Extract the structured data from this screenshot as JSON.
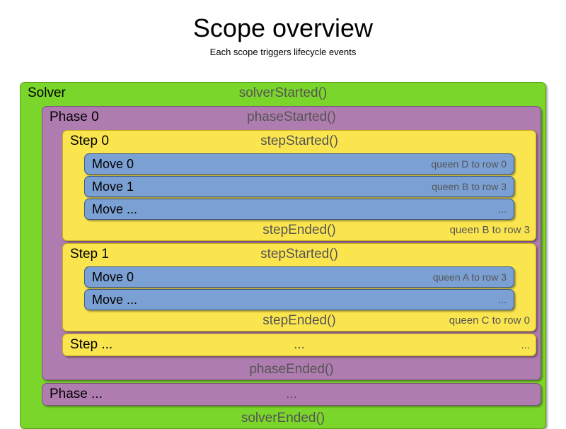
{
  "header": {
    "title": "Scope overview",
    "subtitle": "Each scope triggers lifecycle events"
  },
  "colors": {
    "solver": "#7BD62B",
    "phase": "#AE7CAE",
    "step": "#FBE54E",
    "move": "#7BA0D4",
    "event_text": "#555555",
    "label_text": "#000000",
    "background": "#FFFFFF"
  },
  "diagram": {
    "solver": {
      "label": "Solver",
      "started_event": "solverStarted()",
      "ended_event": "solverEnded()",
      "phases": [
        {
          "label": "Phase 0",
          "started_event": "phaseStarted()",
          "ended_event": "phaseEnded()",
          "steps": [
            {
              "label": "Step 0",
              "started_event": "stepStarted()",
              "ended_event": "stepEnded()",
              "ended_detail": "queen B to row 3",
              "moves": [
                {
                  "label": "Move 0",
                  "detail": "queen D to row 0"
                },
                {
                  "label": "Move 1",
                  "detail": "queen B to row 3"
                },
                {
                  "label": "Move ...",
                  "detail": "..."
                }
              ]
            },
            {
              "label": "Step 1",
              "started_event": "stepStarted()",
              "ended_event": "stepEnded()",
              "ended_detail": "queen C to row 0",
              "moves": [
                {
                  "label": "Move 0",
                  "detail": "queen A to row 3"
                },
                {
                  "label": "Move ...",
                  "detail": "..."
                }
              ]
            }
          ],
          "step_ellipsis": {
            "label": "Step ...",
            "started_event": "...",
            "detail": "..."
          }
        }
      ],
      "phase_ellipsis": {
        "label": "Phase ...",
        "started_event": "...",
        "detail": ""
      }
    }
  }
}
